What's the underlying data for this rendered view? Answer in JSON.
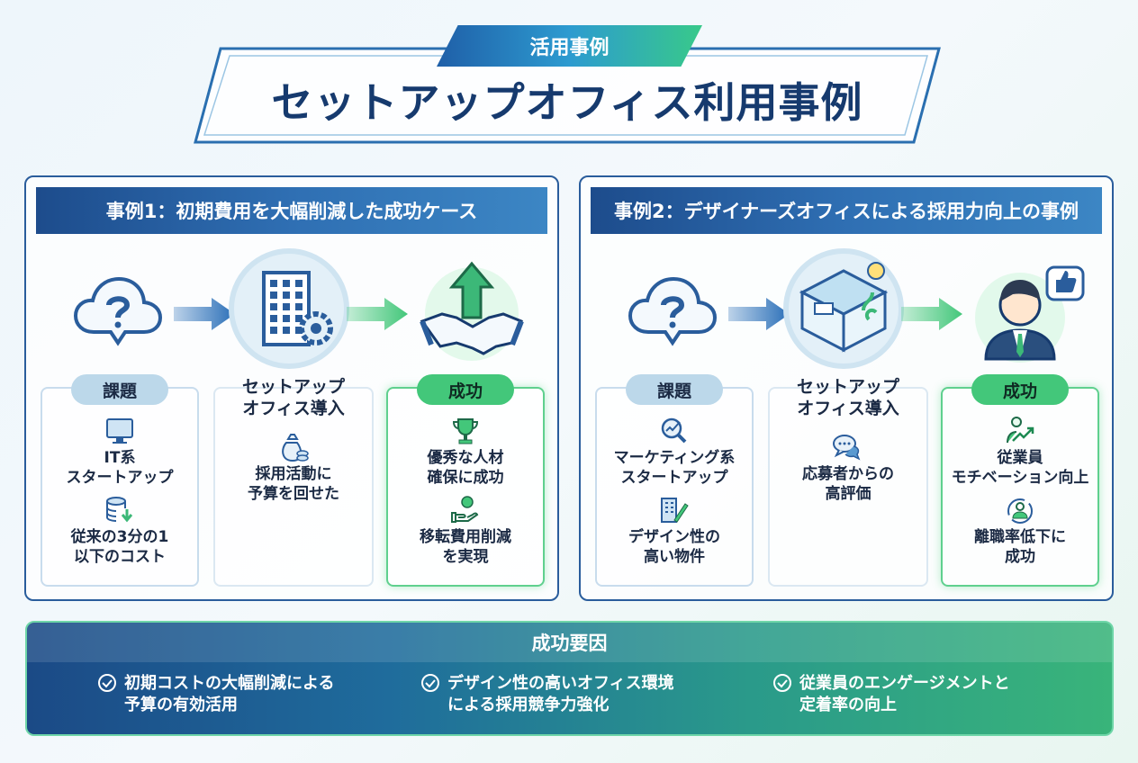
{
  "header": {
    "badge": "活用事例",
    "title": "セットアップオフィス利用事例"
  },
  "cases": [
    {
      "title": "事例1：初期費用を大幅削減した成功ケース",
      "issue": {
        "label": "課題",
        "items": [
          {
            "icon": "monitor-icon",
            "text": [
              "IT系",
              "スタートアップ"
            ]
          },
          {
            "icon": "database-down-icon",
            "text": [
              "従来の3分の1",
              "以下のコスト"
            ]
          }
        ]
      },
      "setup": {
        "label": [
          "セットアップ",
          "オフィス導入"
        ],
        "items": [
          {
            "icon": "money-bag-icon",
            "text": [
              "採用活動に",
              "予算を回せた"
            ]
          }
        ]
      },
      "success": {
        "label": "成功",
        "items": [
          {
            "icon": "trophy-icon",
            "text": [
              "優秀な人材",
              "確保に成功"
            ]
          },
          {
            "icon": "hand-coin-icon",
            "text": [
              "移転費用削減",
              "を実現"
            ]
          }
        ]
      }
    },
    {
      "title": "事例2：デザイナーズオフィスによる採用力向上の事例",
      "issue": {
        "label": "課題",
        "items": [
          {
            "icon": "analytics-search-icon",
            "text": [
              "マーケティング系",
              "スタートアップ"
            ]
          },
          {
            "icon": "building-pen-icon",
            "text": [
              "デザイン性の",
              "高い物件"
            ]
          }
        ]
      },
      "setup": {
        "label": [
          "セットアップ",
          "オフィス導入"
        ],
        "items": [
          {
            "icon": "chat-bubbles-icon",
            "text": [
              "応募者からの",
              "高評価"
            ]
          }
        ]
      },
      "success": {
        "label": "成功",
        "items": [
          {
            "icon": "person-growth-icon",
            "text": [
              "従業員",
              "モチベーション向上"
            ]
          },
          {
            "icon": "person-cycle-icon",
            "text": [
              "離職率低下に",
              "成功"
            ]
          }
        ]
      }
    }
  ],
  "factors": {
    "title": "成功要因",
    "items": [
      [
        "初期コストの大幅削減による",
        "予算の有効活用"
      ],
      [
        "デザイン性の高いオフィス環境",
        "による採用競争力強化"
      ],
      [
        "従業員のエンゲージメントと",
        "定着率の向上"
      ]
    ]
  },
  "colors": {
    "navy": "#163a6e",
    "blue": "#2a5d9c",
    "green": "#43c77a"
  }
}
